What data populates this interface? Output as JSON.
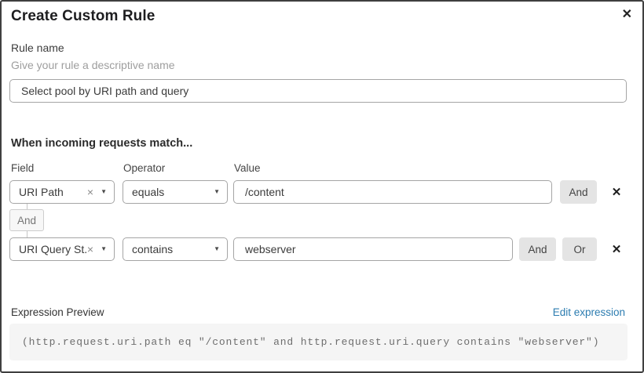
{
  "dialog": {
    "title": "Create Custom Rule"
  },
  "icons": {
    "close": "✕",
    "delete_row": "✕",
    "clear_select": "×",
    "caret_down": "▼"
  },
  "rule_name": {
    "label": "Rule name",
    "hint": "Give your rule a descriptive name",
    "value": "Select pool by URI path and query"
  },
  "matcher": {
    "heading": "When incoming requests match...",
    "columns": {
      "field": "Field",
      "operator": "Operator",
      "value": "Value"
    },
    "rows": [
      {
        "field": "URI Path",
        "operator": "equals",
        "value": "/content",
        "and_label": "And"
      },
      {
        "field": "URI Query St...",
        "operator": "contains",
        "value": "webserver",
        "and_label": "And",
        "or_label": "Or"
      }
    ],
    "connector": "And"
  },
  "expression": {
    "label": "Expression Preview",
    "edit_link": "Edit expression",
    "code": "(http.request.uri.path eq \"/content\" and http.request.uri.query contains \"webserver\")"
  },
  "colors": {
    "link": "#2c7cb0",
    "button_bg": "#e4e4e4",
    "code_bg": "#f5f5f5",
    "border": "#a5a5a5"
  }
}
